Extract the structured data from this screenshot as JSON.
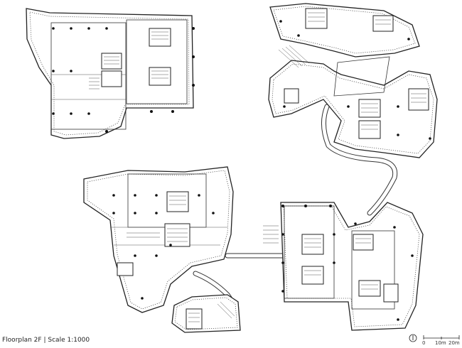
{
  "caption": {
    "title": "Floorplan 2F",
    "separator": "|",
    "scale": "Scale 1:1000"
  },
  "scale_bar": {
    "labels": [
      "0",
      "10m",
      "20m"
    ]
  },
  "north_icon": "north-arrow-icon",
  "colors": {
    "line": "#222222",
    "background": "#ffffff"
  }
}
